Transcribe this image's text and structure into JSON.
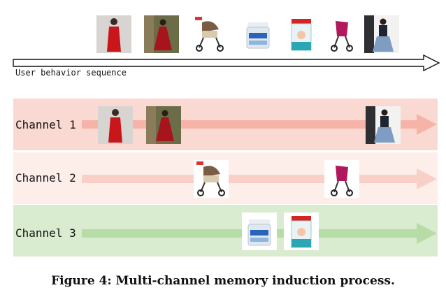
{
  "figure": {
    "sequence_label": "User behavior sequence",
    "caption": "Figure 4: Multi-channel memory induction process.",
    "channels": [
      {
        "label": "Channel 1",
        "color": "#fbd9d3",
        "arrow_color": "#f7b3a8"
      },
      {
        "label": "Channel 2",
        "color": "#fdeeea",
        "arrow_color": "#f8cfc6"
      },
      {
        "label": "Channel 3",
        "color": "#d9ecd0",
        "arrow_color": "#b6dca4"
      }
    ],
    "items": [
      {
        "name": "red-dress-woman",
        "icon": "dress-icon"
      },
      {
        "name": "red-gown-woman",
        "icon": "dress-icon"
      },
      {
        "name": "stroller-beige",
        "icon": "stroller-icon"
      },
      {
        "name": "milk-powder-can-white",
        "icon": "can-icon"
      },
      {
        "name": "milk-powder-can-teal",
        "icon": "can-icon"
      },
      {
        "name": "stroller-pink",
        "icon": "stroller-icon"
      },
      {
        "name": "blue-dress-woman",
        "icon": "dress-icon"
      }
    ]
  }
}
